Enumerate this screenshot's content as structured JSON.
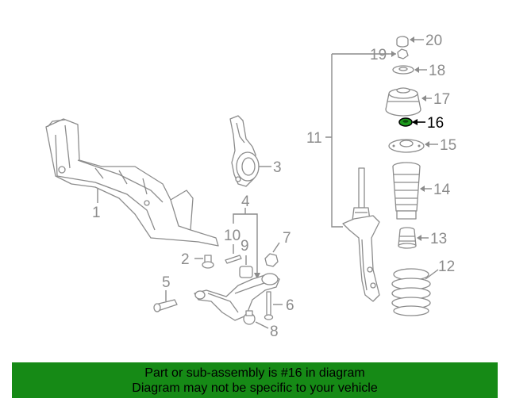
{
  "diagram": {
    "labels": {
      "p1": "1",
      "p2": "2",
      "p3": "3",
      "p4": "4",
      "p5": "5",
      "p6": "6",
      "p7": "7",
      "p8": "8",
      "p9": "9",
      "p10": "10",
      "p11": "11",
      "p12": "12",
      "p13": "13",
      "p14": "14",
      "p15": "15",
      "p16": "16",
      "p17": "17",
      "p18": "18",
      "p19": "19",
      "p20": "20"
    },
    "highlighted_part": "16",
    "highlight_color": "#1e9a1e"
  },
  "banner": {
    "line1": "Part or sub-assembly is #16 in diagram",
    "line2": "Diagram may not be specific to your vehicle",
    "background": "#168a16"
  }
}
